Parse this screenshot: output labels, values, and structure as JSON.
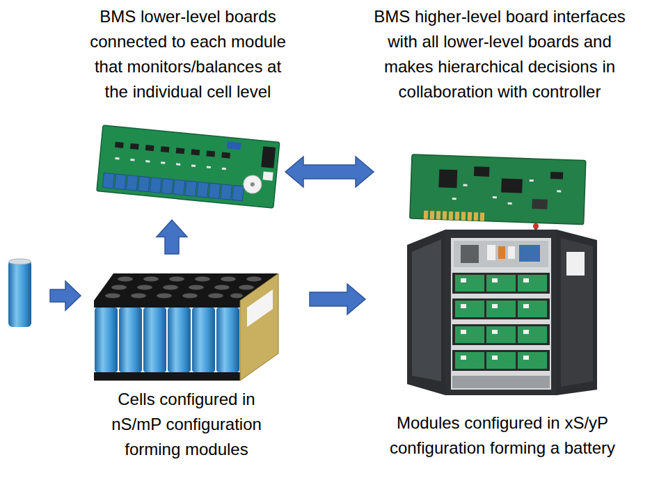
{
  "diagram": {
    "nodes": [
      {
        "text": [
          "BMS lower-level boards connected to each module that monitors/balances at the individual cell level"
        ]
      },
      {
        "text": [
          "BMS higher-level board interfaces with all lower-level boards and makes hierarchical decisions in collaboration with controller"
        ]
      },
      {
        "text": [
          "Cells configured in nS/mP configuration forming modules"
        ]
      },
      {
        "text": [
          "Modules configured in xS/yP configuration forming a battery"
        ]
      }
    ],
    "edges": [
      {
        "from": 2,
        "to": 0,
        "arrow": "to"
      },
      {
        "from": 0,
        "to": 1,
        "arrow": "both"
      },
      {
        "from": 2,
        "to": 3,
        "arrow": "to"
      }
    ]
  }
}
